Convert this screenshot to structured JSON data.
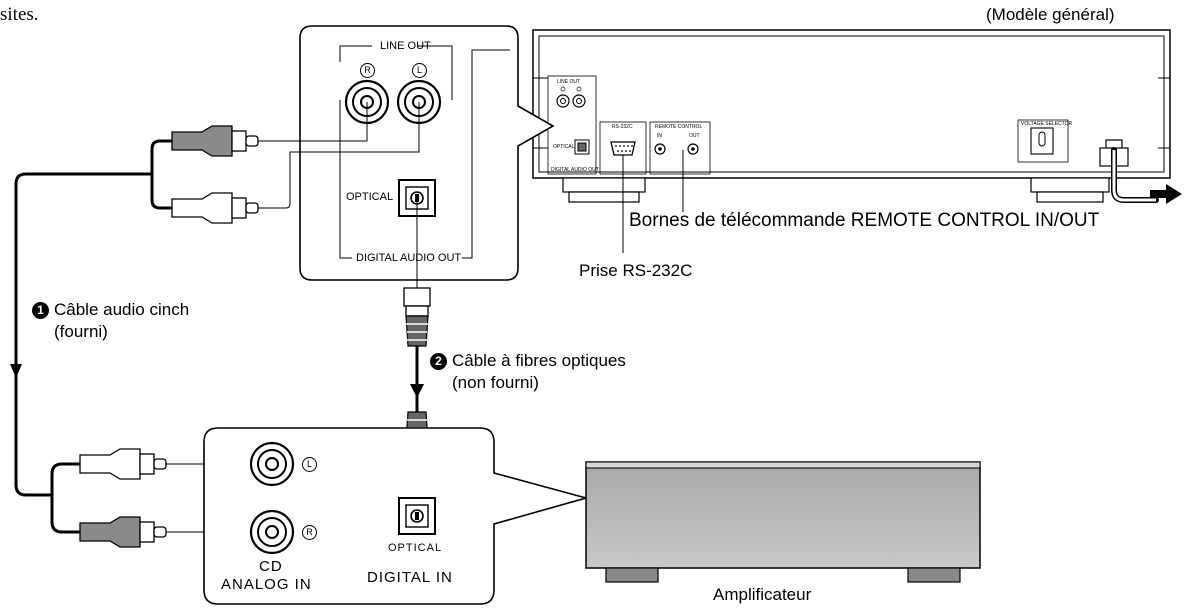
{
  "page_header": {
    "fragment": "sites.",
    "model_note": "(Modèle général)"
  },
  "cd_rear_closeup": {
    "line_out": "LINE OUT",
    "right_jack": "R",
    "left_jack": "L",
    "optical": "OPTICAL",
    "digital_audio_out": "DIGITAL AUDIO OUT"
  },
  "cd_player_rear": {
    "line_out": "LINE OUT",
    "optical": "OPTICAL",
    "digital_audio_out": "DIGITAL AUDIO OUT",
    "rs232c": "RS-232C",
    "remote_control": "REMOTE CONTROL",
    "in": "IN",
    "out": "OUT",
    "voltage_selector": "VOLTAGE SELECTOR"
  },
  "callouts": {
    "remote_terminals": "Bornes de télécommande REMOTE CONTROL IN/OUT",
    "rs232c_socket": "Prise RS-232C"
  },
  "cables": {
    "audio_cable_number": "1",
    "audio_cable_line1": "Câble audio cinch",
    "audio_cable_line2": "(fourni)",
    "optical_cable_number": "2",
    "optical_cable_line1": "Câble à fibres optiques",
    "optical_cable_line2": "(non fourni)"
  },
  "amp_closeup": {
    "left_jack": "L",
    "right_jack": "R",
    "cd": "CD",
    "analog_in": "ANALOG IN",
    "optical": "OPTICAL",
    "digital_in": "DIGITAL IN"
  },
  "amplifier": {
    "label": "Amplificateur"
  }
}
